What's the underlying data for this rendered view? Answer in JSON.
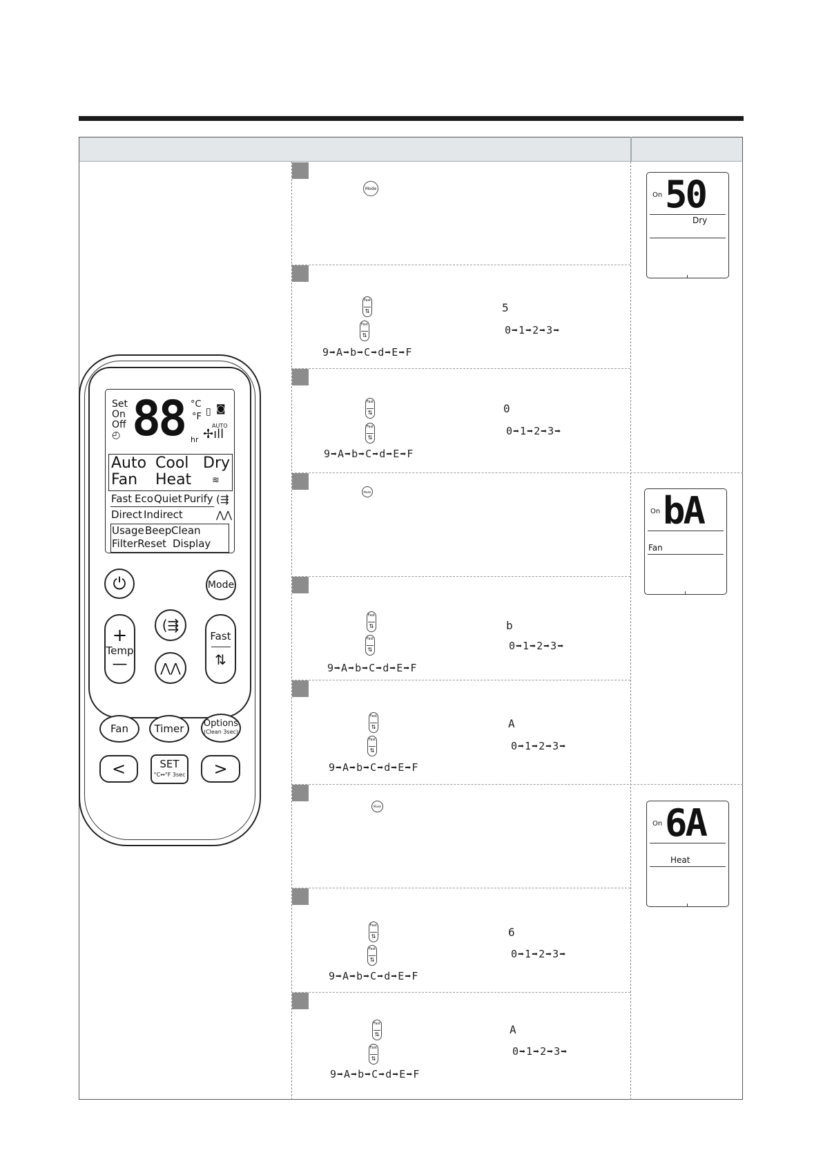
{
  "buttons": {
    "mode": "Mode",
    "fast": "Fast"
  },
  "rows": [
    {
      "type": "mode"
    },
    {
      "type": "set",
      "value": "5",
      "seq_a": "0➡1➡2➡3➡",
      "seq_b": "9➡A➡b➡C➡d➡E➡F"
    },
    {
      "type": "set",
      "value": "0",
      "seq_a": "0➡1➡2➡3➡",
      "seq_b": "9➡A➡b➡C➡d➡E➡F"
    },
    {
      "type": "mode"
    },
    {
      "type": "set",
      "value": "b",
      "seq_a": "0➡1➡2➡3➡",
      "seq_b": "9➡A➡b➡C➡d➡E➡F"
    },
    {
      "type": "set",
      "value": "A",
      "seq_a": "0➡1➡2➡3➡",
      "seq_b": "9➡A➡b➡C➡d➡E➡F"
    },
    {
      "type": "mode"
    },
    {
      "type": "set",
      "value": "6",
      "seq_a": "0➡1➡2➡3➡",
      "seq_b": "9➡A➡b➡C➡d➡E➡F"
    },
    {
      "type": "set",
      "value": "A",
      "seq_a": "0➡1➡2➡3➡",
      "seq_b": "9➡A➡b➡C➡d➡E➡F"
    }
  ],
  "displays": [
    {
      "on": "On",
      "code": "50",
      "mode": "Dry"
    },
    {
      "on": "On",
      "code": "bA",
      "mode": "Fan"
    },
    {
      "on": "On",
      "code": "6A",
      "mode": "Heat"
    }
  ],
  "remote": {
    "lcd": {
      "set": "Set",
      "on": "On",
      "off": "Off",
      "digits": "88",
      "celsius": "°C",
      "fahrenheit": "°F",
      "hr": "hr",
      "auto": "AUTO",
      "auto_mode": "Auto",
      "cool": "Cool",
      "dry": "Dry",
      "fan": "Fan",
      "heat": "Heat",
      "fast": "Fast",
      "eco": "Eco",
      "quiet": "Quiet",
      "purify": "Purify",
      "direct": "Direct",
      "indirect": "Indirect",
      "usage": "Usage",
      "beep": "Beep",
      "clean": "Clean",
      "filter_reset": "FilterReset",
      "display": "Display"
    },
    "mode": "Mode",
    "temp": "Temp",
    "fast": "Fast",
    "fan": "Fan",
    "timer": "Timer",
    "options": "Options",
    "options_sub": "(Clean 3sec)",
    "set": "SET",
    "set_sub": "°C↔°F 3sec"
  }
}
